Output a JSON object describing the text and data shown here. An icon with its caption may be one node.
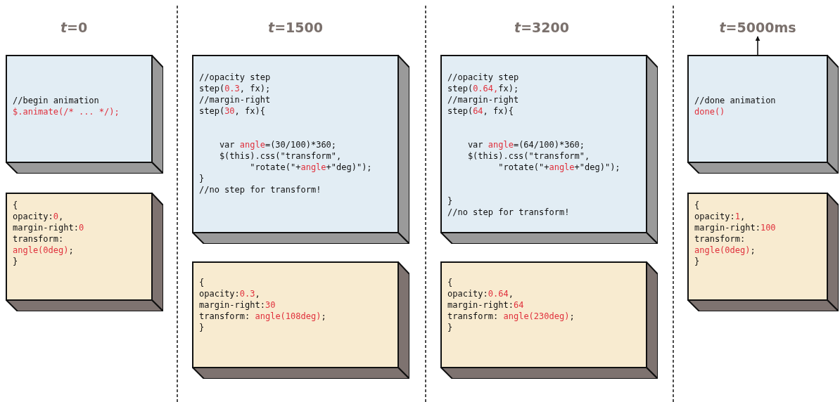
{
  "diagram": {
    "nodes": [
      {
        "text": [
          "//begin animation",
          "$.animate(/* ... */);"
        ]
      },
      {
        "text": [
          "{",
          "opacity:0,",
          "margin-right:0",
          "transform:",
          "angle(0deg);",
          "}"
        ]
      },
      {
        "text": [
          "//opacity step",
          "step(0.3, fx);",
          "//margin-right",
          "step(30, fx){",
          "var angle=(30/100)*360;",
          "$(this).css(\"transform\",",
          "\"rotate(\"+angle+\"deg)\");",
          "}",
          "//no step for transform!"
        ]
      },
      {
        "text": [
          "{",
          "opacity:0.3,",
          "margin-right:30",
          "transform: angle(108deg);",
          "}"
        ]
      },
      {
        "text": [
          "//opacity step",
          "step(0.64,fx);",
          "//margin-right",
          "step(64, fx){",
          "var angle=(64/100)*360;",
          "$(this).css(\"transform\",",
          "\"rotate(\"+angle+\"deg)\");",
          "}",
          "//no step for transform!"
        ]
      },
      {
        "text": [
          "{",
          "opacity:0.64,",
          "margin-right:64",
          "transform: angle(230deg);",
          "}"
        ]
      },
      {
        "text": [
          "*t*=5000ms"
        ]
      },
      {
        "text": [
          "//done animation",
          "done()"
        ]
      },
      {
        "text": [
          "{",
          "opacity:1,",
          "margin-right:100",
          "transform:",
          "angle(0deg);",
          "}"
        ]
      }
    ],
    "edges": [
      {
        "from": 7,
        "to": 6,
        "arrow": "to"
      }
    ],
    "labels": [
      "*t*=0",
      "*t*=1500",
      "*t*=3200"
    ]
  }
}
